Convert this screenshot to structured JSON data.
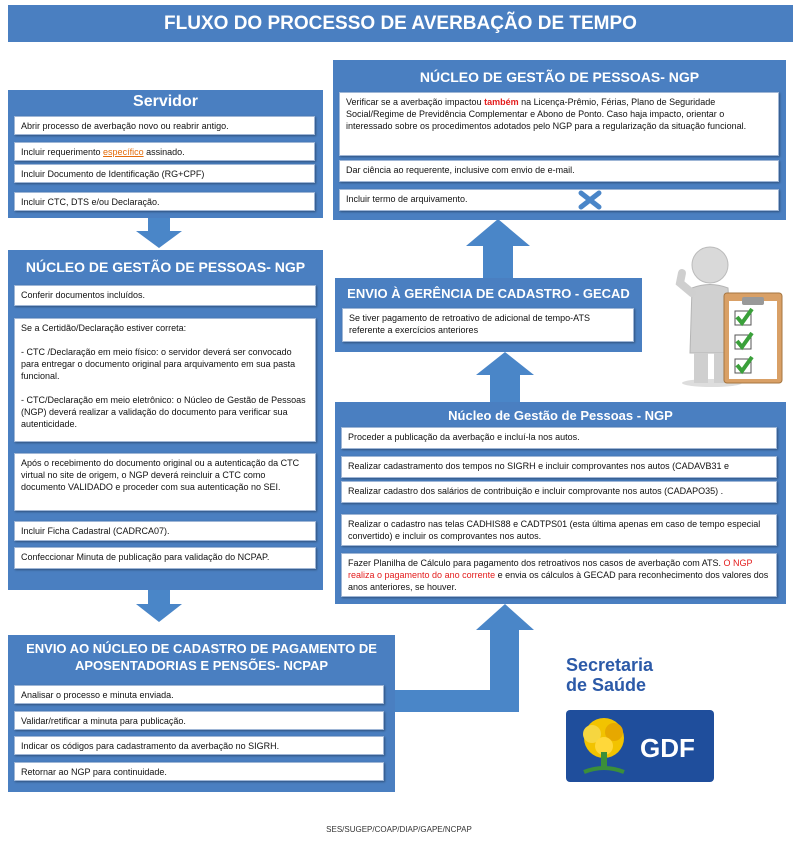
{
  "title": "FLUXO DO PROCESSO DE AVERBAÇÃO DE TEMPO",
  "servidor": {
    "title": "Servidor",
    "items": [
      "Abrir processo de averbação novo ou reabrir antigo.",
      {
        "before": "Incluir requerimento ",
        "highlight": "específico",
        "after": " assinado."
      },
      "Incluir Documento de Identificação (RG+CPF)",
      "Incluir CTC, DTS e/ou Declaração."
    ]
  },
  "ngp1": {
    "title": "NÚCLEO DE GESTÃO DE PESSOAS- NGP",
    "item1": "Conferir documentos incluídos.",
    "item2_p1": "Se a Certidão/Declaração estiver correta:",
    "item2_p2": "- CTC /Declaração em meio físico: o servidor deverá ser convocado para entregar o documento original para arquivamento em sua pasta funcional.",
    "item2_p3": "- CTC/Declaração em meio eletrônico: o Núcleo de Gestão de Pessoas (NGP) deverá realizar a validação do documento para verificar sua autenticidade.",
    "item3": "Após o recebimento do documento original ou a autenticação da CTC virtual no site de origem, o NGP deverá reincluir a CTC como documento VALIDADO e proceder com sua autenticação no SEI.",
    "item4": "Incluir Ficha Cadastral (CADRCA07).",
    "item5": "Confeccionar Minuta de  publicação para validação do NCPAP."
  },
  "ncpap": {
    "title": "ENVIO AO NÚCLEO DE CADASTRO DE PAGAMENTO DE APOSENTADORIAS E PENSÕES- NCPAP",
    "items": [
      "Analisar o processo e minuta enviada.",
      "Validar/retificar a minuta para publicação.",
      "Indicar os códigos para cadastramento da averbação no SIGRH.",
      "Retornar ao NGP para continuidade."
    ]
  },
  "ngp_top": {
    "title": "NÚCLEO DE GESTÃO DE PESSOAS- NGP",
    "item1_before": "Verificar se a averbação impactou ",
    "item1_highlight": "também",
    "item1_after": " na Licença-Prêmio, Férias, Plano de Seguridade Social/Regime de Previdência Complementar e Abono de Ponto. Caso haja impacto, orientar o interessado sobre os procedimentos adotados pelo NGP para a regularização da situação funcional.",
    "item2": "Dar ciência ao requerente, inclusive com envio de e-mail.",
    "item3": "Incluir termo de arquivamento."
  },
  "gecad": {
    "title": "ENVIO À GERÊNCIA DE CADASTRO - GECAD",
    "item1": "Se tiver pagamento de retroativo de adicional de tempo-ATS referente a exercícios anteriores"
  },
  "ngp_mid": {
    "title": "Núcleo de Gestão de Pessoas - NGP",
    "items": [
      "Proceder a publicação da averbação e incluí-la nos autos.",
      "Realizar cadastramento dos tempos no SIGRH e incluir comprovantes nos autos (CADAVB31 e",
      "Realizar cadastro dos salários de contribuição e incluir comprovante nos autos (CADAPO35) .",
      "Realizar o cadastro nas telas CADHIS88 e CADTPS01 (esta última apenas em caso de tempo especial convertido) e incluir os comprovantes nos autos."
    ],
    "item5_before": "Fazer Planilha de Cálculo para pagamento dos retroativos nos casos de averbação com ATS. ",
    "item5_highlight": "O NGP realiza o pagamento do ano corrente",
    "item5_after": " e envia os cálculos à GECAD para reconhecimento dos valores dos anos anteriores, se houver."
  },
  "logo": {
    "line1": "Secretaria",
    "line2": "de Saúde",
    "gdf": "GDF"
  },
  "footer": "SES/SUGEP/COAP/DIAP/GAPE/NCPAP",
  "colors": {
    "panel": "#4a7fc1",
    "arrow": "#4a86c8",
    "highlight_orange": "#e46c0a",
    "highlight_red": "#e31c1c"
  }
}
